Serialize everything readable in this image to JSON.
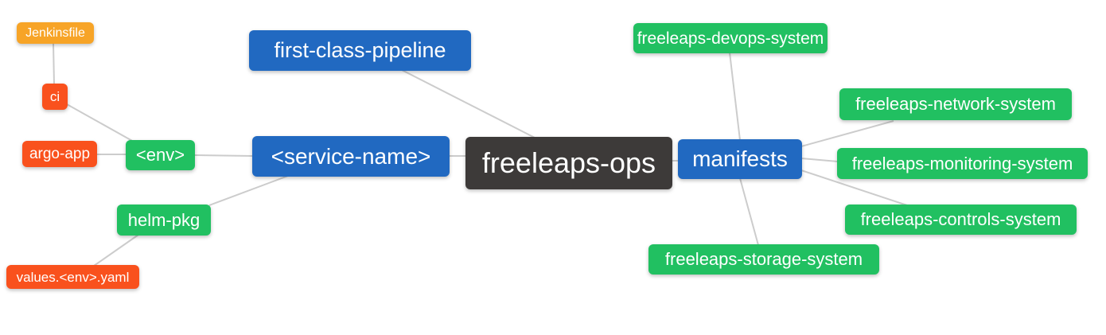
{
  "palette": {
    "branch_blue": "#2169c1",
    "leaf_green": "#21c061",
    "leaf_red_orange": "#f9511d",
    "leaf_amber": "#f7a427",
    "root_dark": "#3d3a39",
    "edge_gray": "#cccccc",
    "node_text": "#ffffff",
    "background": "#ffffff"
  },
  "diagram": {
    "type": "mindmap",
    "root": "freeleaps-ops",
    "nodes": [
      {
        "id": "first-class-pipeline",
        "label": "first-class-pipeline",
        "color": "#2169c1"
      },
      {
        "id": "service-name",
        "label": "<service-name>",
        "color": "#2169c1"
      },
      {
        "id": "freeleaps-ops",
        "label": "freeleaps-ops",
        "color": "#3d3a39"
      },
      {
        "id": "manifests",
        "label": "manifests",
        "color": "#2169c1"
      },
      {
        "id": "jenkinsfile",
        "label": "Jenkinsfile",
        "color": "#f7a427"
      },
      {
        "id": "ci",
        "label": "ci",
        "color": "#f9511d"
      },
      {
        "id": "argo-app",
        "label": "argo-app",
        "color": "#f9511d"
      },
      {
        "id": "env",
        "label": "<env>",
        "color": "#21c061"
      },
      {
        "id": "helm-pkg",
        "label": "helm-pkg",
        "color": "#21c061"
      },
      {
        "id": "values-env-yaml",
        "label": "values.<env>.yaml",
        "color": "#f9511d"
      },
      {
        "id": "devops-system",
        "label": "freeleaps-devops-system",
        "color": "#21c061"
      },
      {
        "id": "network-system",
        "label": "freeleaps-network-system",
        "color": "#21c061"
      },
      {
        "id": "monitoring-system",
        "label": "freeleaps-monitoring-system",
        "color": "#21c061"
      },
      {
        "id": "controls-system",
        "label": "freeleaps-controls-system",
        "color": "#21c061"
      },
      {
        "id": "storage-system",
        "label": "freeleaps-storage-system",
        "color": "#21c061"
      }
    ],
    "edges": [
      {
        "from": "jenkinsfile",
        "to": "ci"
      },
      {
        "from": "ci",
        "to": "env"
      },
      {
        "from": "argo-app",
        "to": "env"
      },
      {
        "from": "env",
        "to": "service-name"
      },
      {
        "from": "service-name",
        "to": "helm-pkg"
      },
      {
        "from": "helm-pkg",
        "to": "values-env-yaml"
      },
      {
        "from": "first-class-pipeline",
        "to": "freeleaps-ops"
      },
      {
        "from": "service-name",
        "to": "freeleaps-ops"
      },
      {
        "from": "freeleaps-ops",
        "to": "manifests"
      },
      {
        "from": "manifests",
        "to": "devops-system"
      },
      {
        "from": "manifests",
        "to": "network-system"
      },
      {
        "from": "manifests",
        "to": "monitoring-system"
      },
      {
        "from": "manifests",
        "to": "controls-system"
      },
      {
        "from": "manifests",
        "to": "storage-system"
      }
    ]
  }
}
